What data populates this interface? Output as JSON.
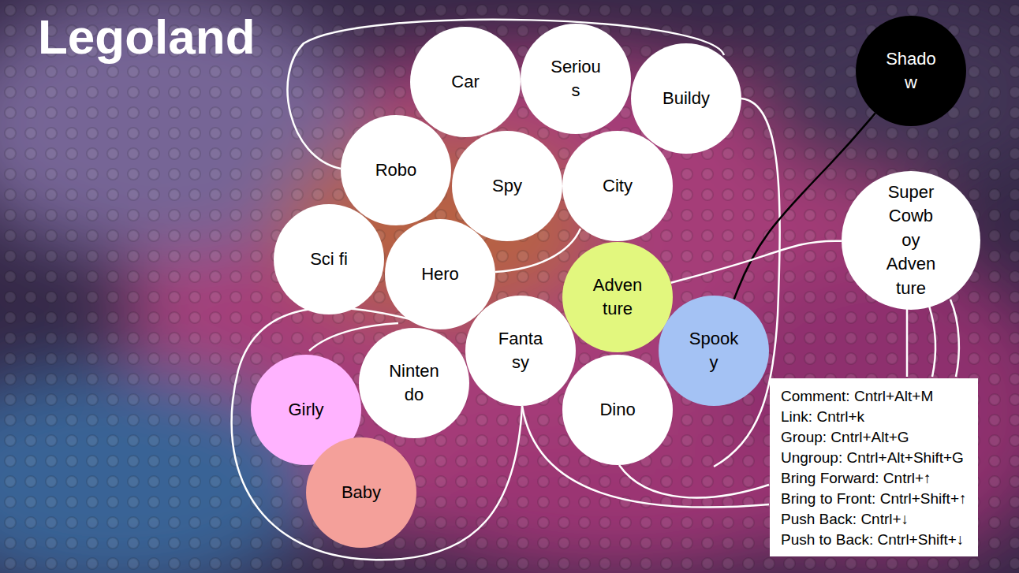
{
  "diagram": {
    "title": "Legoland",
    "nodes": [
      {
        "text": [
          "Car"
        ]
      },
      {
        "text": [
          "Seriou s"
        ]
      },
      {
        "text": [
          "Buildy"
        ]
      },
      {
        "text": [
          "Shado w"
        ]
      },
      {
        "text": [
          "Robo"
        ]
      },
      {
        "text": [
          "Spy"
        ]
      },
      {
        "text": [
          "City"
        ]
      },
      {
        "text": [
          "Super Cowb oy Adven ture"
        ]
      },
      {
        "text": [
          "Sci fi"
        ]
      },
      {
        "text": [
          "Hero"
        ]
      },
      {
        "text": [
          "Adven ture"
        ]
      },
      {
        "text": [
          "Spook y"
        ]
      },
      {
        "text": [
          "Fanta sy"
        ]
      },
      {
        "text": [
          "Ninten do"
        ]
      },
      {
        "text": [
          "Girly"
        ]
      },
      {
        "text": [
          "Dino"
        ]
      },
      {
        "text": [
          "Comment: Cntrl+Alt+M",
          "Link: Cntrl+k",
          "Group: Cntrl+Alt+G",
          "Ungroup: Cntrl+Alt+Shift+G",
          "Bring Forward: Cntrl+↑",
          "Bring to Front: Cntrl+Shift+↑",
          "Push Back: Cntrl+↓",
          "Push to Back: Cntrl+Shift+↓"
        ]
      },
      {
        "text": [
          "Baby"
        ]
      }
    ],
    "edges": [
      {
        "from": 3,
        "to": 11,
        "arrow": "none"
      },
      {
        "from": 10,
        "to": 7,
        "arrow": "none"
      }
    ]
  }
}
